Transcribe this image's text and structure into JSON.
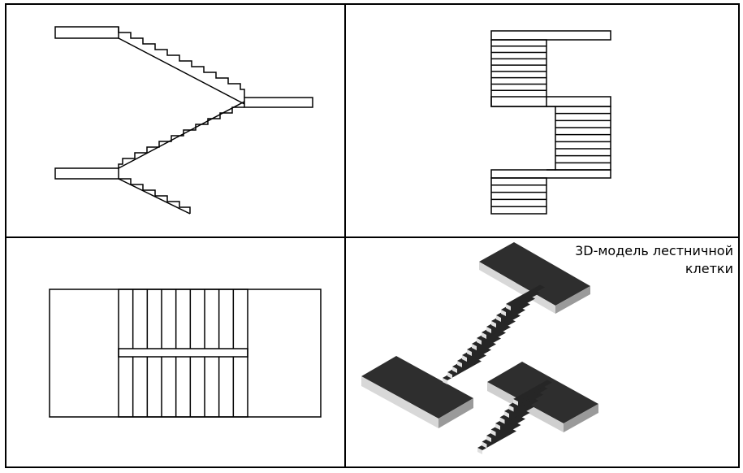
{
  "diagram": {
    "panels": [
      {
        "id": "section",
        "caption": ""
      },
      {
        "id": "plan-side",
        "caption": ""
      },
      {
        "id": "plan-top",
        "caption": ""
      },
      {
        "id": "model-3d",
        "caption": "3D-модель лестничной клетки"
      }
    ],
    "model_label": {
      "line1": "3D-модель лестничной",
      "line2": "клетки"
    },
    "colors": {
      "line": "#000000",
      "background": "#ffffff",
      "model_dark": "#262626",
      "model_top": "#3a3a3a",
      "model_light": "#d8d8d8"
    },
    "icons": []
  }
}
